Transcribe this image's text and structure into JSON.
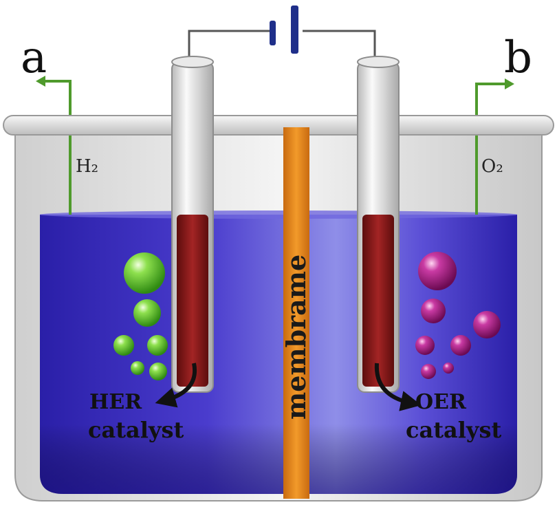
{
  "labels": {
    "outlet_left": "a",
    "outlet_right": "b",
    "gas_left": "H₂",
    "gas_right": "O₂",
    "membrane": "membrame",
    "catalyst_left_line1": "HER",
    "catalyst_left_line2": "catalyst",
    "catalyst_right_line1": "OER",
    "catalyst_right_line2": "catalyst"
  },
  "colors": {
    "electrolyte": "#3f2fc0",
    "membrane": "#e8891e",
    "electrode": "#8a1a1a",
    "h2_bubble": "#6fd13a",
    "o2_bubble": "#b8208f",
    "pipe": "#4f9a2c",
    "battery": "#1f2f8a"
  }
}
